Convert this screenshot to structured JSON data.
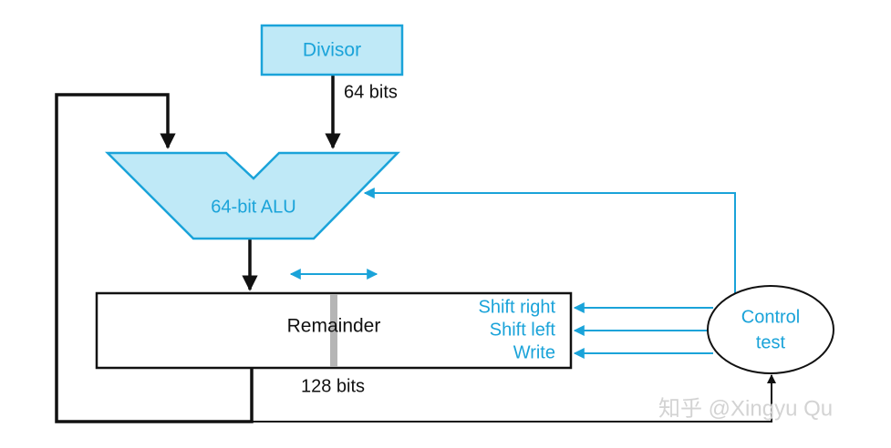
{
  "divisor": {
    "label": "Divisor",
    "width_label": "64 bits"
  },
  "alu": {
    "label": "64-bit ALU"
  },
  "remainder": {
    "label": "Remainder",
    "width_label": "128 bits",
    "controls": [
      "Shift right",
      "Shift left",
      "Write"
    ]
  },
  "control": {
    "line1": "Control",
    "line2": "test"
  },
  "watermark": "知乎 @Xingyu Qu",
  "colors": {
    "fill": "#bfe9f7",
    "accent": "#1aa3d9",
    "line": "#111111",
    "split": "#b5b5b5"
  }
}
